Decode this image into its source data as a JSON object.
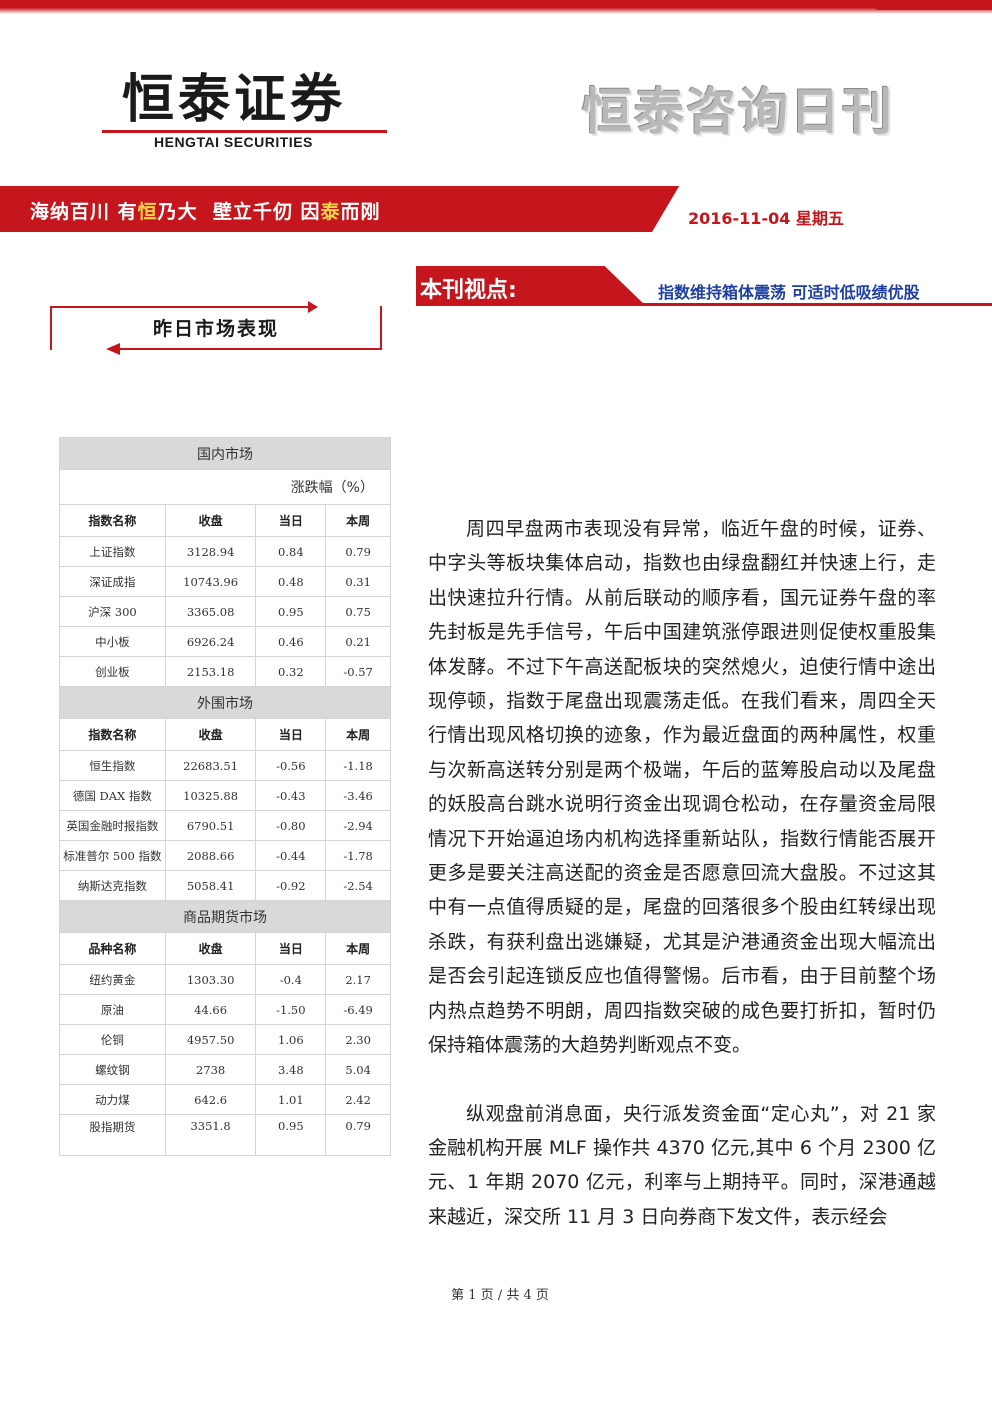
{
  "header": {
    "logo_cn": "恒泰证券",
    "logo_en": "HENGTAI SECURITIES",
    "publication_title": "恒泰咨询日刊",
    "slogan_parts": [
      "海纳百川 有",
      "恒",
      "乃大  壁立千仞 因",
      "泰",
      "而刚"
    ],
    "date": "2016-11-04 星期五"
  },
  "viewpoint": {
    "label": "本刊视点:",
    "headline": "指数维持箱体震荡  可适时低吸绩优股"
  },
  "section_title": "昨日市场表现",
  "market_table": {
    "domestic": {
      "title": "国内市场",
      "unit": "涨跌幅（%）",
      "headers": [
        "指数名称",
        "收盘",
        "当日",
        "本周"
      ],
      "rows": [
        [
          "上证指数",
          "3128.94",
          "0.84",
          "0.79"
        ],
        [
          "深证成指",
          "10743.96",
          "0.48",
          "0.31"
        ],
        [
          "沪深 300",
          "3365.08",
          "0.95",
          "0.75"
        ],
        [
          "中小板",
          "6926.24",
          "0.46",
          "0.21"
        ],
        [
          "创业板",
          "2153.18",
          "0.32",
          "-0.57"
        ]
      ]
    },
    "foreign": {
      "title": "外围市场",
      "headers": [
        "指数名称",
        "收盘",
        "当日",
        "本周"
      ],
      "rows": [
        [
          "恒生指数",
          "22683.51",
          "-0.56",
          "-1.18"
        ],
        [
          "德国 DAX 指数",
          "10325.88",
          "-0.43",
          "-3.46"
        ],
        [
          "英国金融时报指数",
          "6790.51",
          "-0.80",
          "-2.94"
        ],
        [
          "标准普尔 500 指数",
          "2088.66",
          "-0.44",
          "-1.78"
        ],
        [
          "纳斯达克指数",
          "5058.41",
          "-0.92",
          "-2.54"
        ]
      ]
    },
    "commodity": {
      "title": "商品期货市场",
      "headers": [
        "品种名称",
        "收盘",
        "当日",
        "本周"
      ],
      "rows": [
        [
          "纽约黄金",
          "1303.30",
          "-0.4",
          "2.17"
        ],
        [
          "原油",
          "44.66",
          "-1.50",
          "-6.49"
        ],
        [
          "伦铜",
          "4957.50",
          "1.06",
          "2.30"
        ],
        [
          "螺纹钢",
          "2738",
          "3.48",
          "5.04"
        ],
        [
          "动力煤",
          "642.6",
          "1.01",
          "2.42"
        ],
        [
          "股指期货",
          "3351.8",
          "0.95",
          "0.79"
        ]
      ]
    }
  },
  "article": {
    "paragraphs": [
      "周四早盘两市表现没有异常，临近午盘的时候，证券、中字头等板块集体启动，指数也由绿盘翻红并快速上行，走出快速拉升行情。从前后联动的顺序看，国元证券午盘的率先封板是先手信号，午后中国建筑涨停跟进则促使权重股集体发酵。不过下午高送配板块的突然熄火，迫使行情中途出现停顿，指数于尾盘出现震荡走低。在我们看来，周四全天行情出现风格切换的迹象，作为最近盘面的两种属性，权重与次新高送转分别是两个极端，午后的蓝筹股启动以及尾盘的妖股高台跳水说明行资金出现调仓松动，在存量资金局限情况下开始逼迫场内机构选择重新站队，指数行情能否展开更多是要关注高送配的资金是否愿意回流大盘股。不过这其中有一点值得质疑的是，尾盘的回落很多个股由红转绿出现杀跌，有获利盘出逃嫌疑，尤其是沪港通资金出现大幅流出是否会引起连锁反应也值得警惕。后市看，由于目前整个场内热点趋势不明朗，周四指数突破的成色要打折扣，暂时仍保持箱体震荡的大趋势判断观点不变。",
      "纵观盘前消息面，央行派发资金面“定心丸”，对 21 家金融机构开展 MLF 操作共 4370 亿元,其中 6 个月 2300 亿元、1 年期 2070 亿元，利率与上期持平。同时，深港通越来越近，深交所 11 月 3 日向券商下发文件，表示经会"
    ]
  },
  "footer": "第 1 页 / 共 4 页",
  "colors": {
    "brand_red": "#c4161c",
    "headline_blue": "#1e3fa0",
    "slogan_highlight": "#f7d44c",
    "table_section_bg": "#d9d9d9"
  }
}
